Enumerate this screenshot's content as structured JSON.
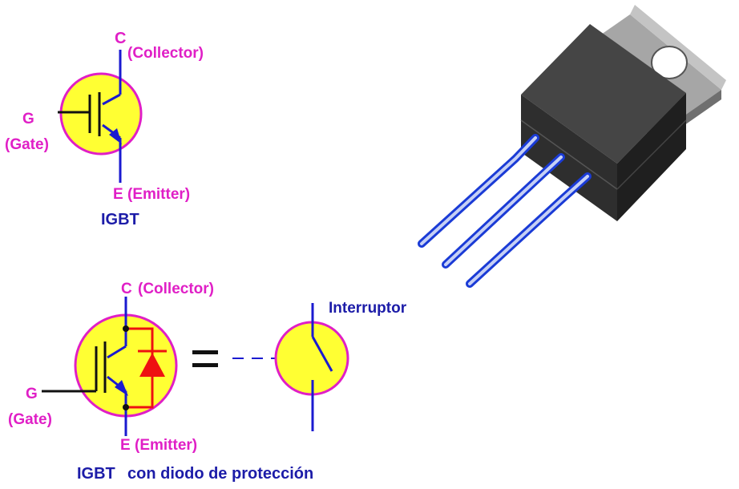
{
  "igbt": {
    "collector_letter": "C",
    "collector_name": "(Collector)",
    "gate_letter": "G",
    "gate_name": "(Gate)",
    "emitter_letter": "E",
    "emitter_name": "(Emitter)",
    "caption": "IGBT"
  },
  "igbt_diode": {
    "collector_letter": "C",
    "collector_name": "(Collector)",
    "gate_letter": "G",
    "gate_name": "(Gate)",
    "emitter_letter": "E",
    "emitter_name": "(Emitter)",
    "caption_prefix": "IGBT",
    "caption_rest": "con diodo de protección"
  },
  "switch": {
    "label": "Interruptor"
  },
  "colors": {
    "label_pink": "#e01fc6",
    "label_blue": "#1c1ca8",
    "circle_fill": "#ffff33",
    "circle_stroke": "#e01fc6",
    "wire_blue": "#1a1ad0",
    "diode_red": "#ee1111",
    "package_body": "#3a3a3a",
    "package_tab": "#9a9a9a",
    "pin_blue": "#1a3bd6"
  }
}
